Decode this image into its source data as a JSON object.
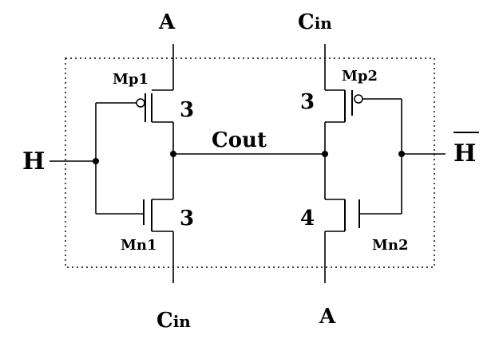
{
  "labels": {
    "top_left": "A",
    "top_right_main": "C",
    "top_right_sub": "in",
    "bottom_left_main": "C",
    "bottom_left_sub": "in",
    "bottom_right": "A",
    "left_input": "H",
    "right_input": "H",
    "output": "Cout"
  },
  "transistors": [
    {
      "name": "Mp1",
      "size": "3"
    },
    {
      "name": "Mn1",
      "size": "3"
    },
    {
      "name": "Mp2",
      "size": "3"
    },
    {
      "name": "Mn2",
      "size": "4"
    }
  ]
}
